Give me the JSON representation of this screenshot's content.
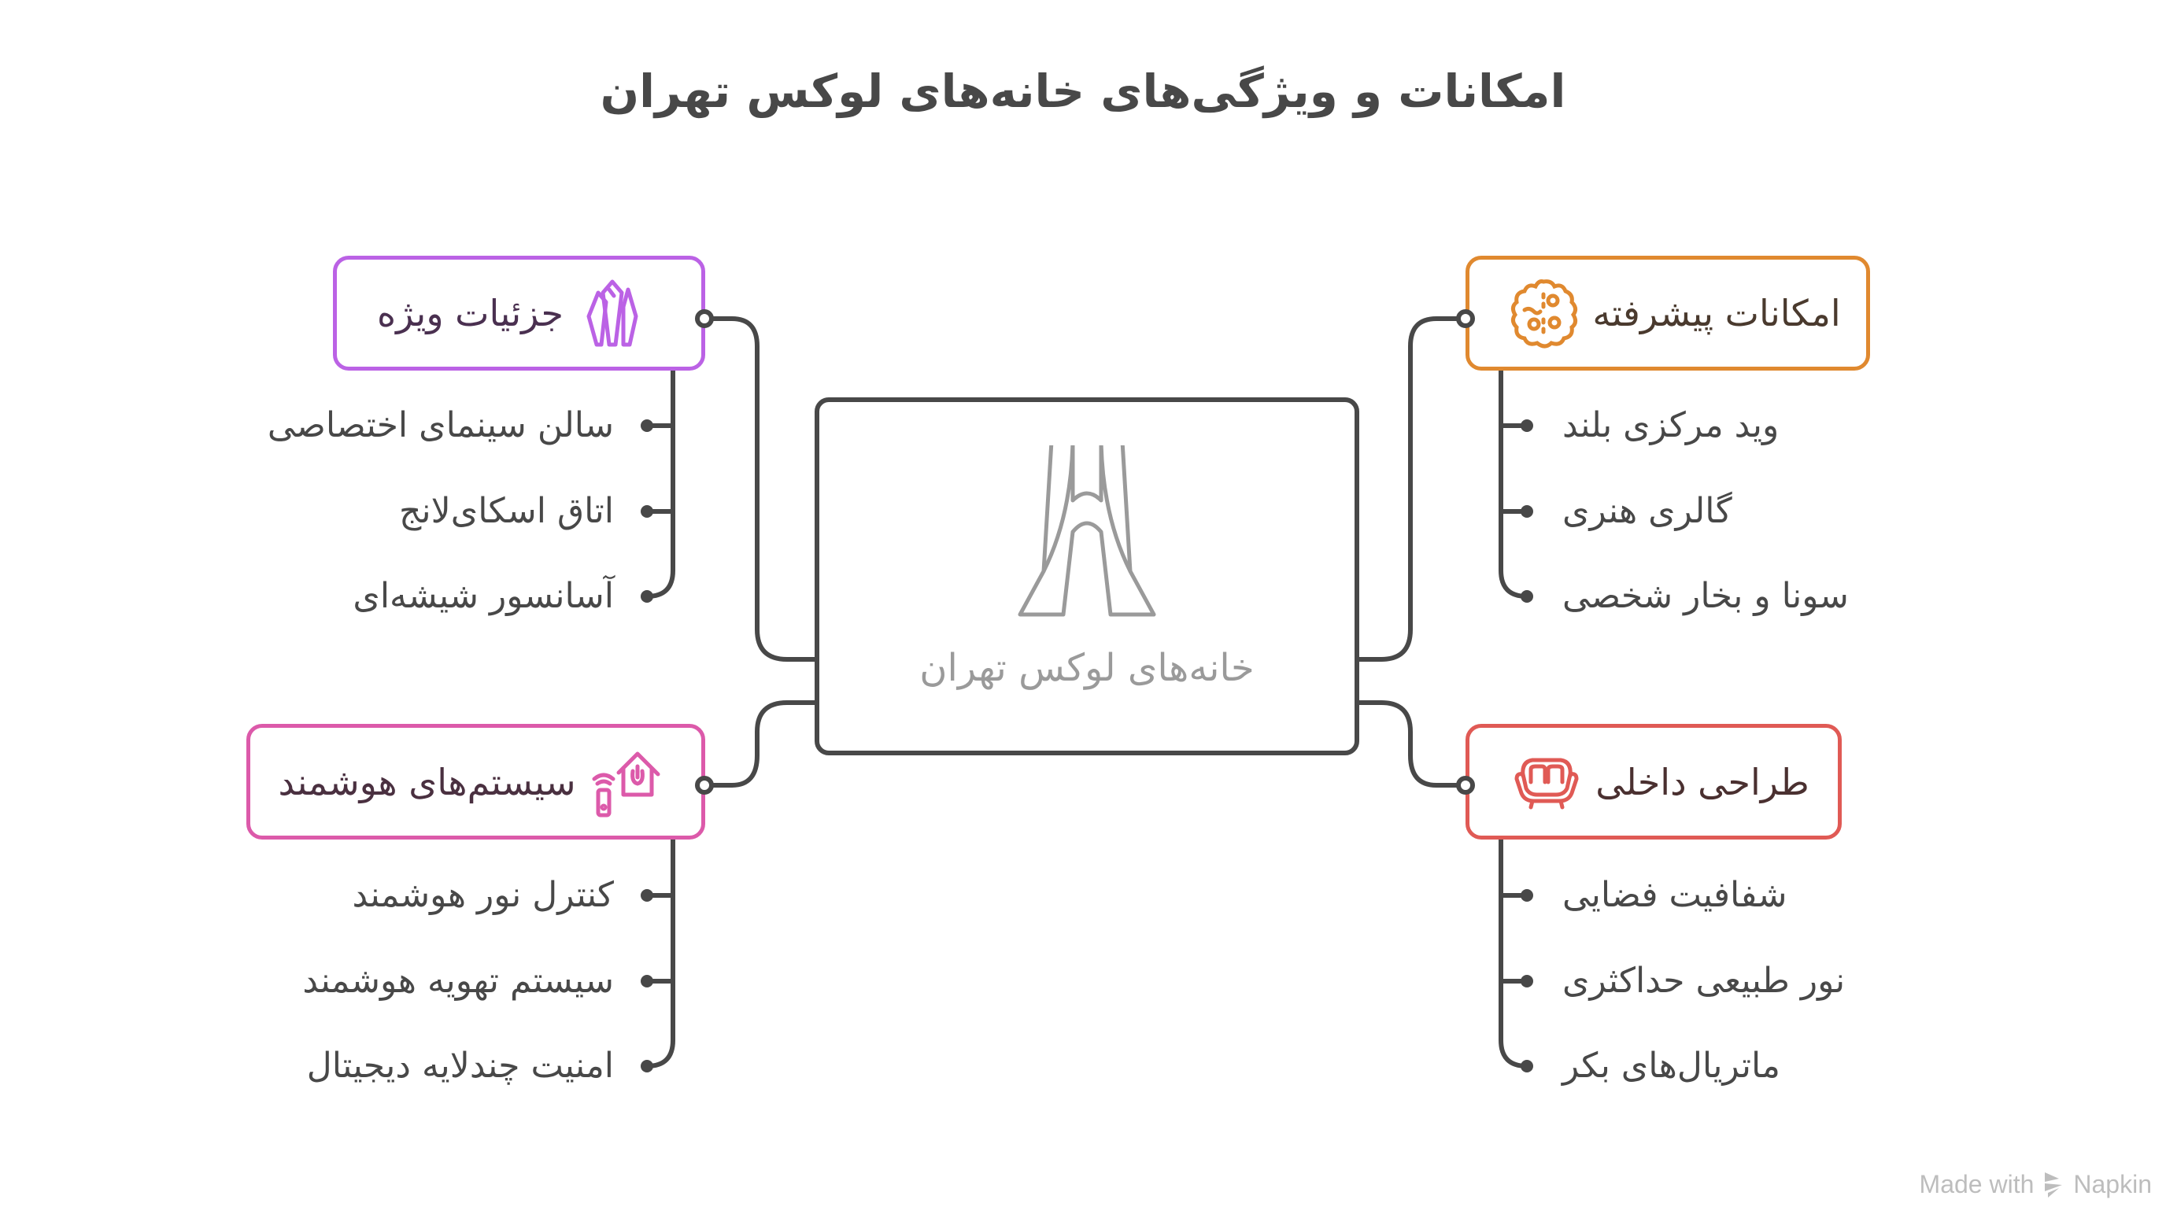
{
  "title": "امکانات و ویژگی‌های خانه‌های لوکس تهران",
  "center": {
    "label": "خانه‌های لوکس تهران",
    "icon": "azadi-tower-icon",
    "color": "#9a9a9a"
  },
  "categories": [
    {
      "id": "special-details",
      "label": "جزئیات ویژه",
      "icon": "crystals-icon",
      "color": "#bb62e5",
      "text_color": "#4a3050",
      "items": [
        "سالن سینمای اختصاصی",
        "اتاق اسکای‌لانج",
        "آسانسور شیشه‌ای"
      ]
    },
    {
      "id": "advanced-amenities",
      "label": "امکانات پیشرفته",
      "icon": "brain-circuit-icon",
      "color": "#e0892f",
      "text_color": "#4a3a2e",
      "items": [
        "وید مرکزی بلند",
        "گالری هنری",
        "سونا و بخار شخصی"
      ]
    },
    {
      "id": "smart-systems",
      "label": "سیستم‌های هوشمند",
      "icon": "smart-home-remote-icon",
      "color": "#dc5aaa",
      "text_color": "#4a3040",
      "items": [
        "کنترل نور هوشمند",
        "سیستم تهویه هوشمند",
        "امنیت چندلایه دیجیتال"
      ]
    },
    {
      "id": "interior-design",
      "label": "طراحی داخلی",
      "icon": "sofa-icon",
      "color": "#e05a55",
      "text_color": "#4a3030",
      "items": [
        "شفافیت فضایی",
        "نور طبیعی حداکثری",
        "ماتریال‌های بکر"
      ]
    }
  ],
  "watermark": {
    "prefix": "Made with",
    "brand": "Napkin"
  }
}
